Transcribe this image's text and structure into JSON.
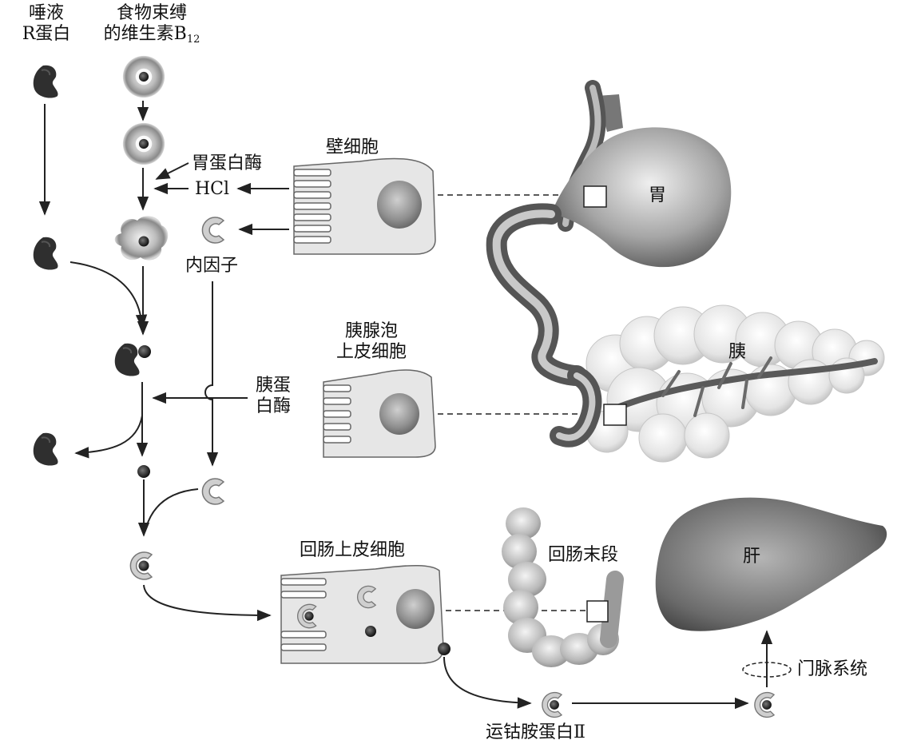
{
  "labels": {
    "saliva_r_line1": "唾液",
    "saliva_r_line2": "R蛋白",
    "food_b12_line1": "食物束缚",
    "food_b12_line2": "的维生素B",
    "food_b12_sub": "12",
    "pepsin": "胃蛋白酶",
    "hcl": "HCl",
    "parietal_cell": "壁细胞",
    "intrinsic_factor": "内因子",
    "stomach": "胃",
    "acinar_line1": "胰腺泡",
    "acinar_line2": "上皮细胞",
    "pancreas": "胰",
    "trypsin_line1": "胰蛋",
    "trypsin_line2": "白酶",
    "ileal_cell": "回肠上皮细胞",
    "terminal_ileum": "回肠末段",
    "liver": "肝",
    "portal_system": "门脉系统",
    "transcobalamin": "运钴胺蛋白Ⅱ"
  },
  "icons": [
    "r-protein-icon",
    "b12-bound-icon",
    "intrinsic-factor-icon",
    "b12-molecule-icon",
    "complex-icon"
  ]
}
